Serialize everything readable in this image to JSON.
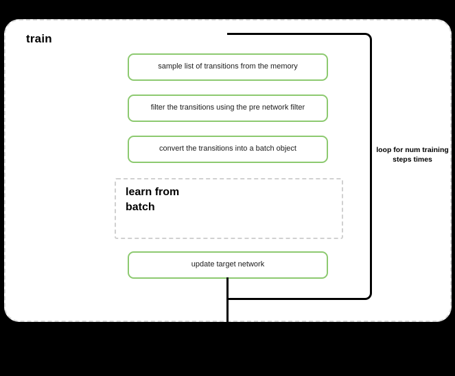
{
  "diagram": {
    "title": "train",
    "container_style": "dashed-rounded",
    "colors": {
      "step_border": "#8cc96f",
      "container_border": "#d8d8d8",
      "subgraph_border": "#d0d0d0",
      "connector": "#000000",
      "background": "#000000",
      "surface": "#ffffff",
      "text": "#1a1a1a"
    },
    "steps": [
      {
        "id": "sample",
        "label": "sample list of transitions from the memory"
      },
      {
        "id": "filter",
        "label": "filter the transitions using the pre network filter"
      },
      {
        "id": "convert",
        "label": "convert the transitions into a batch object"
      },
      {
        "id": "update",
        "label": "update target network"
      }
    ],
    "subgraph": {
      "id": "learn-from-batch",
      "title": "learn from batch",
      "style": "dashed"
    },
    "loop": {
      "label": "loop for num training steps times",
      "direction": "bottom-to-top"
    },
    "edges": [
      {
        "from": "entry",
        "to": "sample",
        "arrow": true
      },
      {
        "from": "update",
        "to": "exit",
        "arrow": false
      },
      {
        "from": "update",
        "to": "sample",
        "arrow": false,
        "label": "loop for num training steps times"
      }
    ]
  }
}
